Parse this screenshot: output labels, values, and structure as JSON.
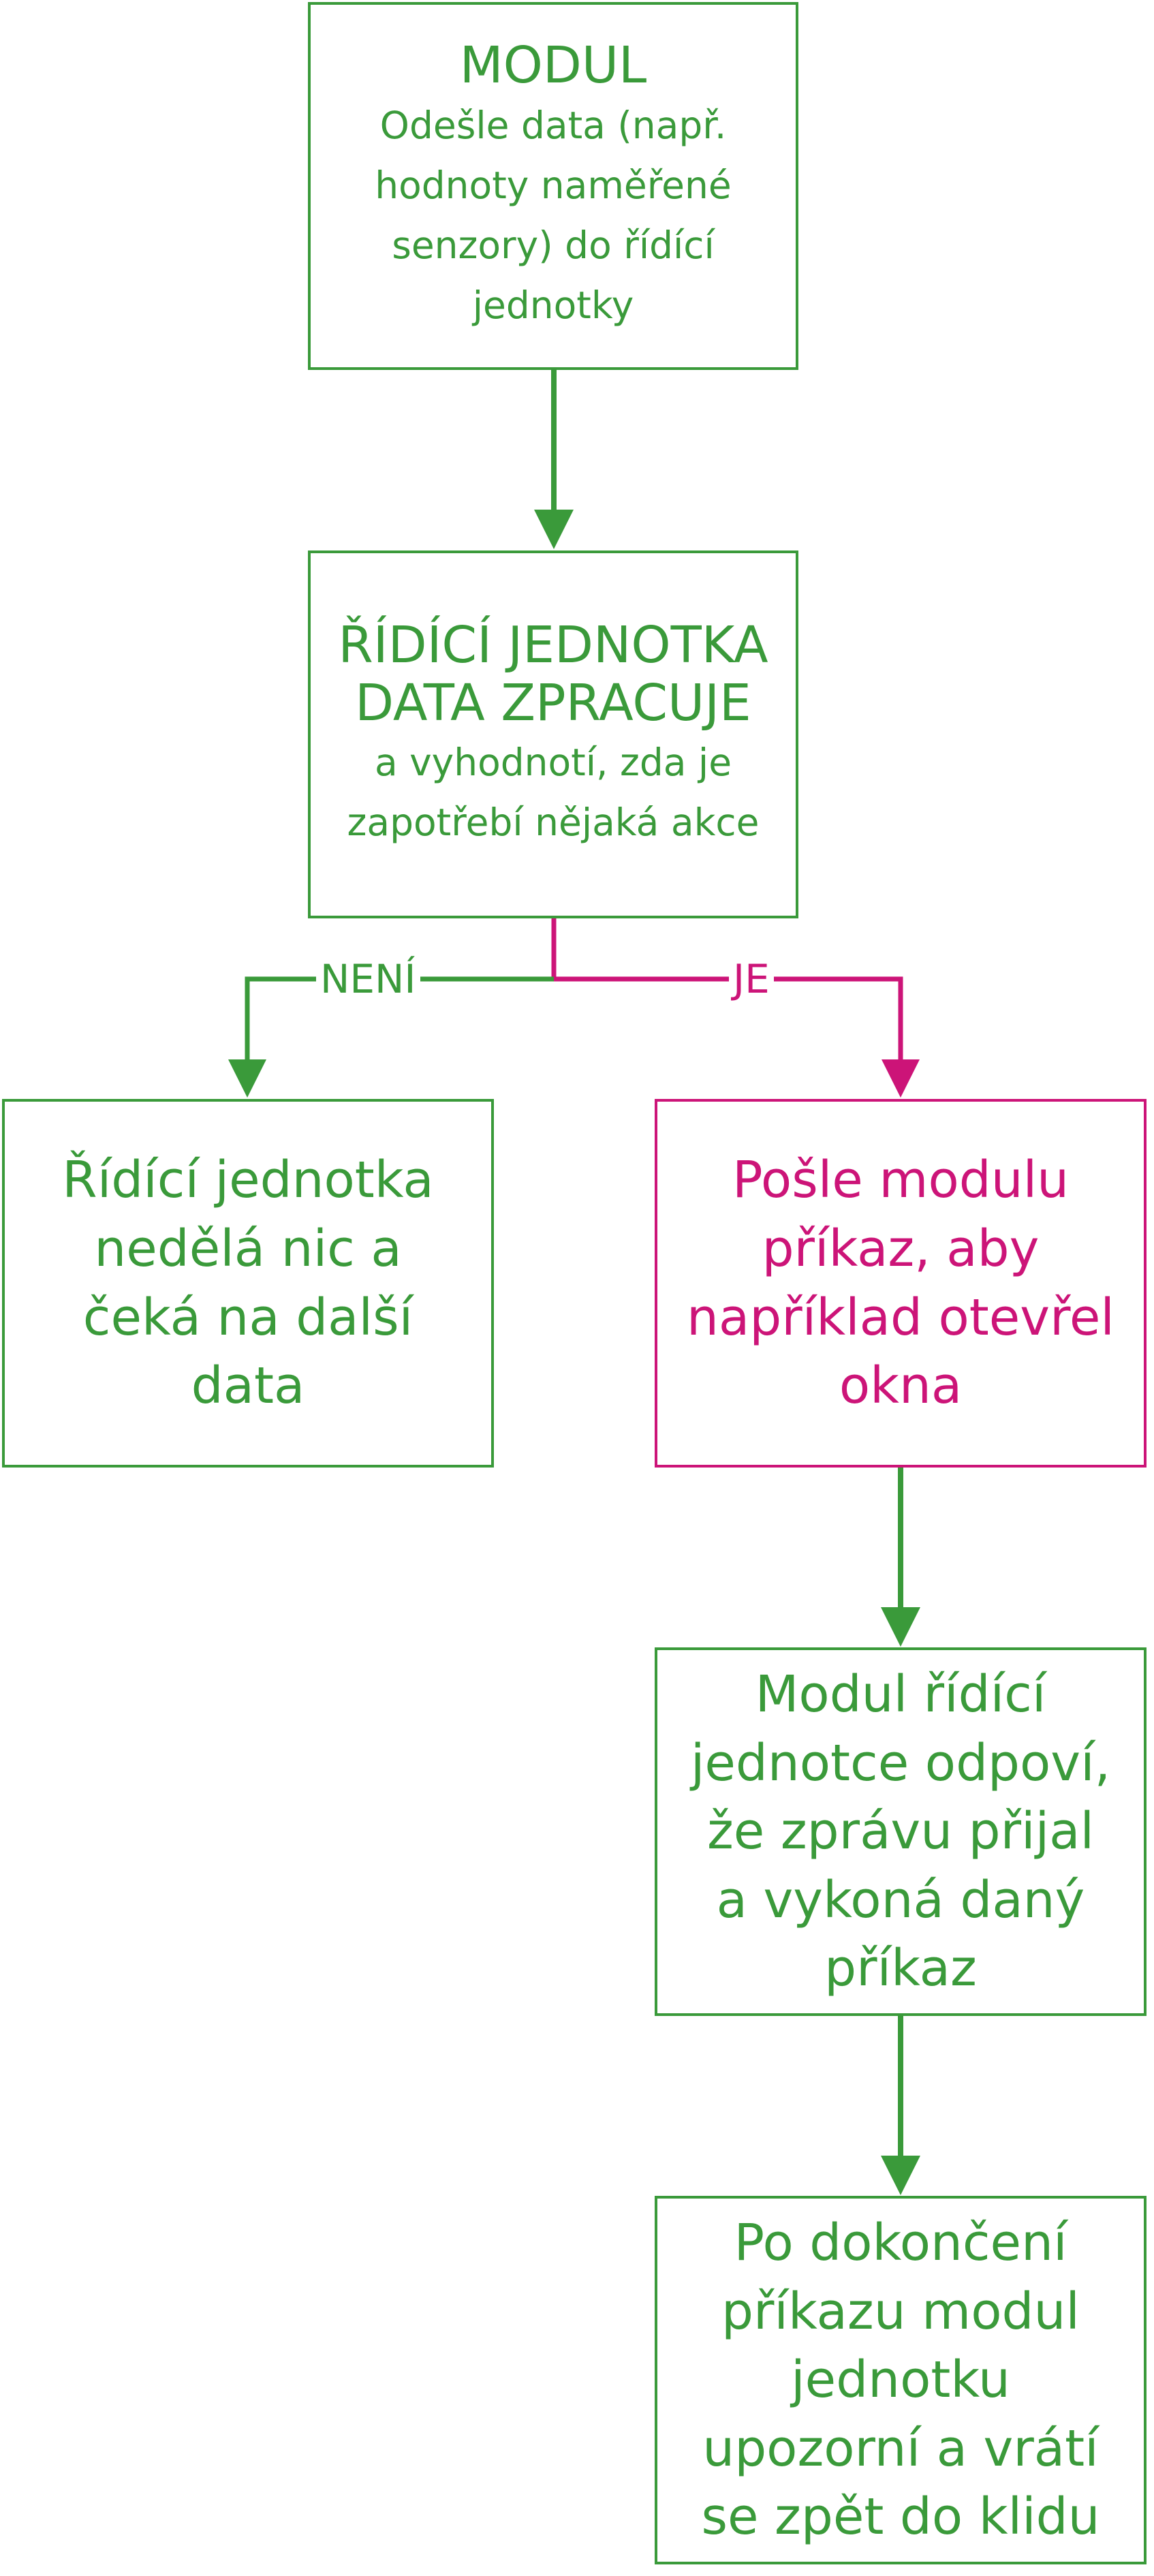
{
  "colors": {
    "green": "#3a9a3a",
    "pink": "#cc1478"
  },
  "boxes": {
    "module": {
      "heading": "MODUL",
      "text": "Odešle data (např. hodnoty naměřené senzory) do řídící jednotky"
    },
    "control_unit": {
      "heading": "ŘÍDÍCÍ JEDNOTKA DATA ZPRACUJE",
      "text": "a vyhodnotí, zda je zapotřebí nějaká akce"
    },
    "no_action": {
      "text": "Řídící jednotka nedělá nic a čeká na další data"
    },
    "send_command": {
      "text": "Pošle modulu příkaz, aby například otevřel okna"
    },
    "module_reply": {
      "text": "Modul řídící jednotce odpoví, že zprávu přijal a vykoná daný příkaz"
    },
    "completion": {
      "text": "Po dokončení příkazu modul jednotku upozorní a vrátí se zpět do klidu"
    }
  },
  "branches": {
    "no": "NENÍ",
    "yes": "JE"
  }
}
